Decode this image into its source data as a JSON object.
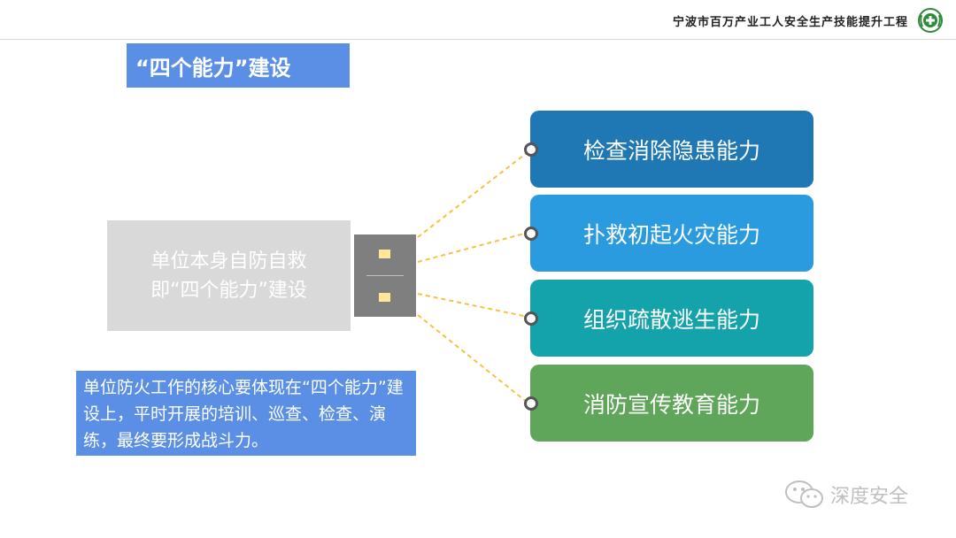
{
  "header": {
    "title": "宁波市百万产业工人安全生产技能提升工程"
  },
  "section_title": "“四个能力”建设",
  "center": {
    "line1": "单位本身自防自救",
    "line2": "即“四个能力”建设"
  },
  "capabilities": [
    {
      "label": "检查消除隐患能力",
      "color": "#1f78b4"
    },
    {
      "label": "扑救初起火灾能力",
      "color": "#2b9be0"
    },
    {
      "label": "组织疏散逃生能力",
      "color": "#14a3aa"
    },
    {
      "label": "消防宣传教育能力",
      "color": "#5fa55a"
    }
  ],
  "note": "单位防火工作的核心要体现在“四个能力”建设上，平时开展的培训、巡查、检查、演练，最终要形成战斗力。",
  "watermark": "深度安全"
}
